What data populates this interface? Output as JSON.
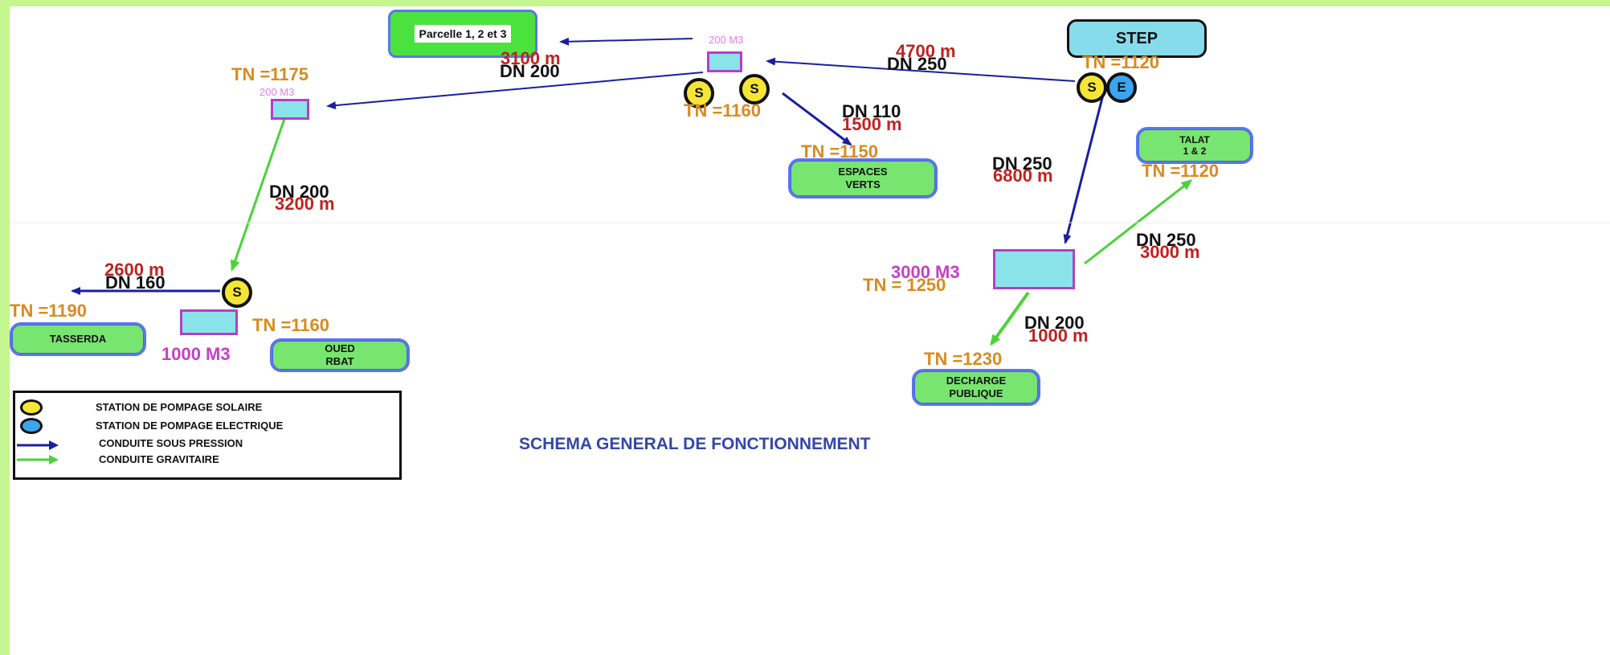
{
  "colors": {
    "frame": "#c5f58f",
    "pressure_pipe": "#1a1fa0",
    "gravity_pipe": "#4cd23a",
    "tn_label": "#d98a1f",
    "length_label": "#c0221f",
    "volume_label": "#c43fc6"
  },
  "step": {
    "label": "STEP",
    "tn": "TN =1120",
    "pipe_length": "4700 m",
    "pipe_dn": "DN 250"
  },
  "parcelle": {
    "label": "Parcelle 1, 2 et 3",
    "pipe_length": "3100 m",
    "pipe_dn": "DN 200"
  },
  "tank_center": {
    "volume": "200 M3",
    "tn": "TN =1160"
  },
  "tank_left": {
    "volume": "200 M3",
    "tn": "TN =1175"
  },
  "espaces_verts": {
    "label": "ESPACES\nVERTS",
    "tn": "TN =1150",
    "pipe_dn": "DN 110",
    "pipe_length": "1500 m"
  },
  "pipe_left_down": {
    "dn": "DN 200",
    "length": "3200 m"
  },
  "tasserda": {
    "label": "TASSERDA",
    "tn": "TN =1190",
    "pipe_length": "2600 m",
    "pipe_dn": "DN 160"
  },
  "oued_rbat": {
    "label": "OUED\nRBAT",
    "tn": "TN =1160",
    "volume": "1000 M3"
  },
  "pipe_step_down": {
    "dn": "DN 250",
    "length": "6800 m"
  },
  "talat": {
    "label": "TALAT\n1 & 2",
    "tn": "TN =1120",
    "pipe_dn": "DN 250",
    "pipe_length": "3000 m"
  },
  "tank_big": {
    "volume": "3000 M3",
    "tn": "TN = 1250"
  },
  "decharge": {
    "label": "DECHARGE\nPUBLIQUE",
    "tn": "TN =1230",
    "pipe_dn": "DN 200",
    "pipe_length": "1000 m"
  },
  "station_labels": {
    "solar": "S",
    "electric": "E"
  },
  "legend": {
    "solar": "STATION DE POMPAGE SOLAIRE",
    "electric": "STATION DE POMPAGE ELECTRIQUE",
    "pressure": "CONDUITE SOUS PRESSION",
    "gravity": "CONDUITE GRAVITAIRE"
  },
  "title": "SCHEMA GENERAL DE FONCTIONNEMENT"
}
